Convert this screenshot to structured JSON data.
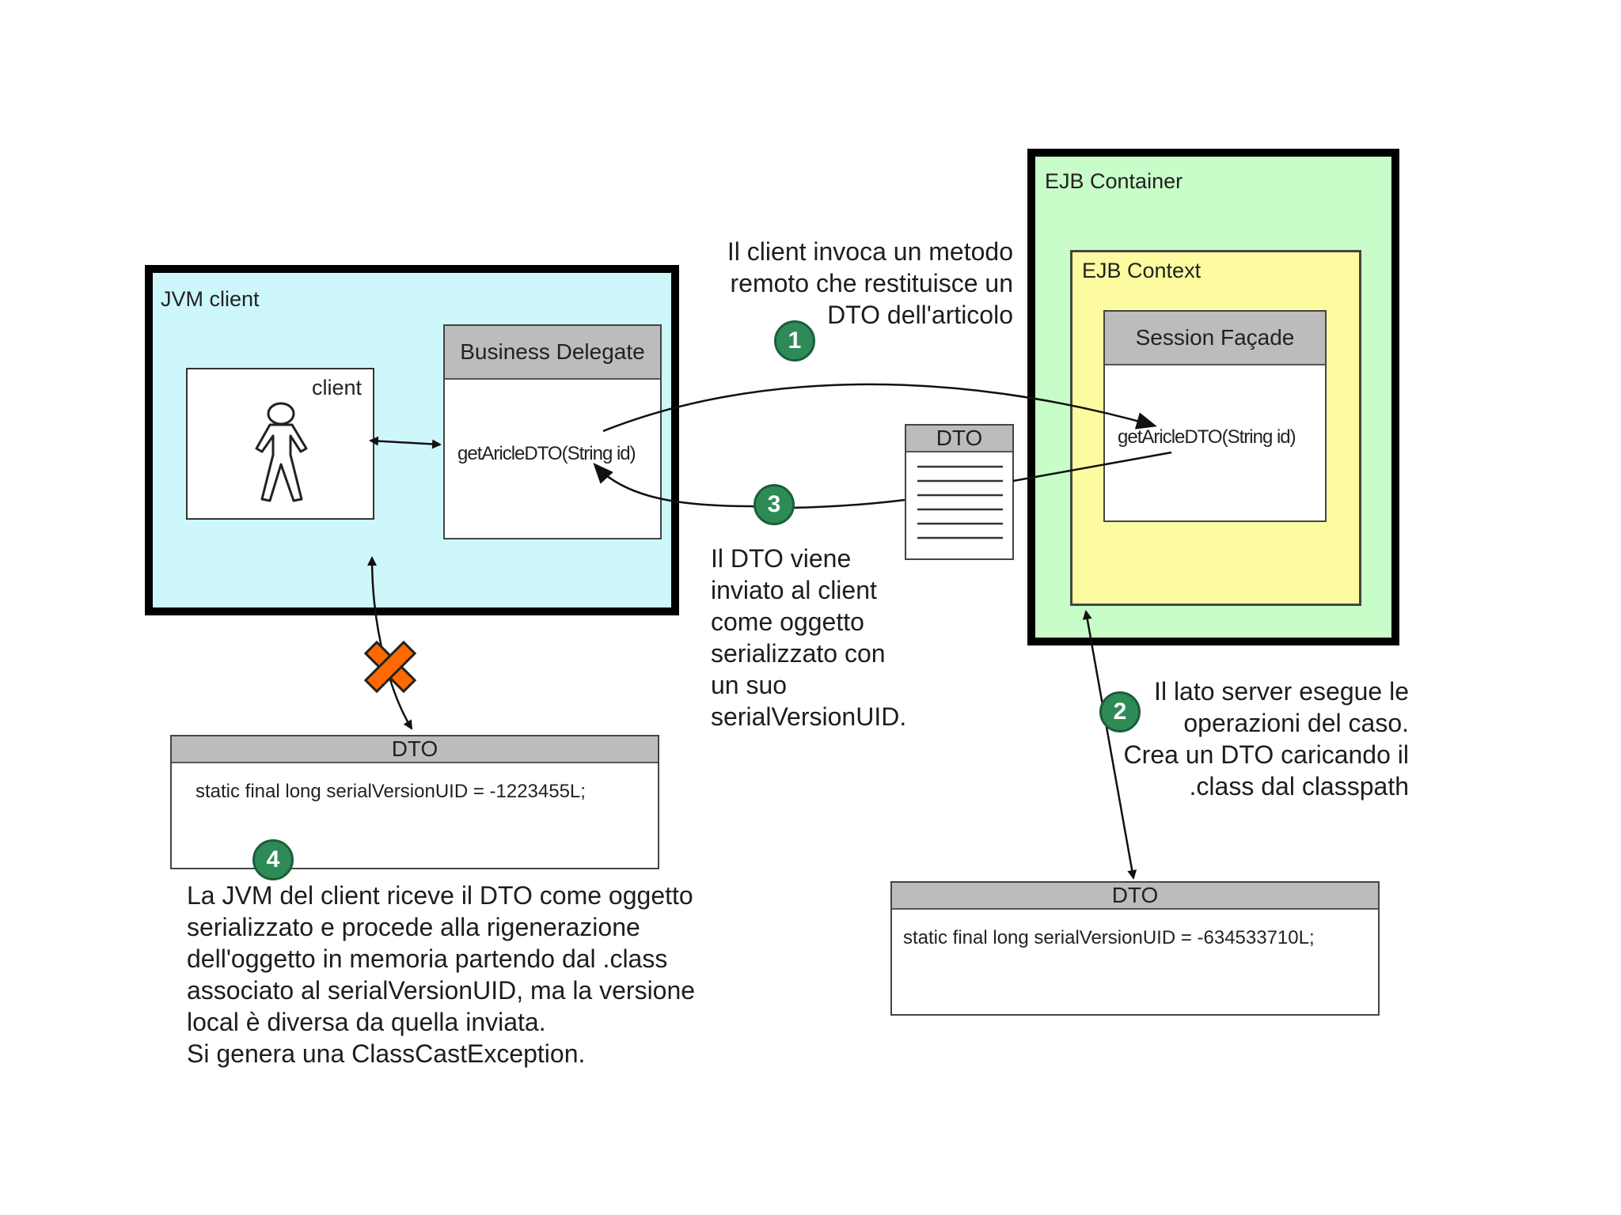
{
  "jvm_client": {
    "title": "JVM client",
    "client_label": "client",
    "business_delegate": {
      "header": "Business Delegate",
      "method": "getAricleDTO(String id)"
    }
  },
  "ejb_container": {
    "title": "EJB Container",
    "context": {
      "title": "EJB Context",
      "session_facade": {
        "header": "Session Façade",
        "method": "getAricleDTO(String id)"
      }
    }
  },
  "transfer_dto": {
    "header": "DTO"
  },
  "client_dto": {
    "header": "DTO",
    "code": "static final long serialVersionUID = -1223455L;"
  },
  "server_dto": {
    "header": "DTO",
    "code": "static final long serialVersionUID = -634533710L;"
  },
  "steps": [
    {
      "number": "1",
      "text": "Il client invoca un metodo\nremoto che restituisce un\nDTO dell'articolo"
    },
    {
      "number": "2",
      "text": "Il lato server esegue le\noperazioni del caso.\nCrea un DTO caricando il\n.class dal classpath"
    },
    {
      "number": "3",
      "text": "Il DTO viene\ninviato al client\ncome oggetto\nserializzato con\nun suo\nserialVersionUID."
    },
    {
      "number": "4",
      "text": "La JVM del client riceve il DTO come oggetto\nserializzato e procede alla rigenerazione\ndell'oggetto in memoria partendo dal .class\nassociato al serialVersionUID, ma la versione\nlocal è diversa da quella inviata.\nSi genera una ClassCastException."
    }
  ],
  "colors": {
    "jvm_bg": "#cdf7fb",
    "container_bg": "#c8fcc8",
    "context_bg": "#fdfba0",
    "header_gray": "#bcbcbc",
    "badge_green": "#2e8b57",
    "error_orange": "#ff6a00"
  },
  "icons": [
    "person-icon",
    "error-x-icon",
    "document-lines-icon"
  ]
}
